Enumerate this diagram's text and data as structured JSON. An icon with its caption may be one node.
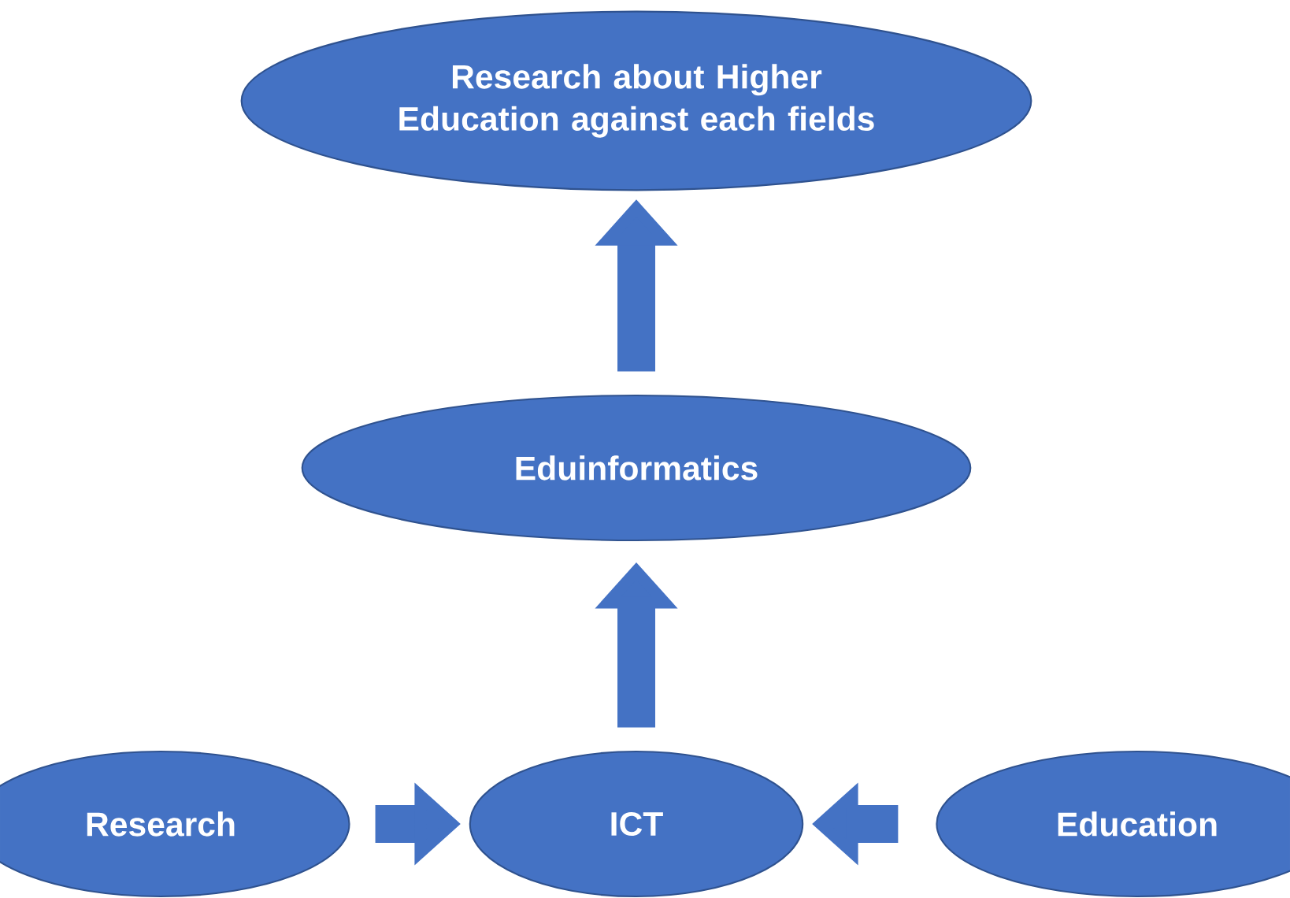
{
  "diagram": {
    "nodes": [
      {
        "text": [
          "Research about Higher Education against each fields"
        ]
      },
      {
        "text": [
          "Eduinformatics"
        ]
      },
      {
        "text": [
          "Research"
        ]
      },
      {
        "text": [
          "ICT"
        ]
      },
      {
        "text": [
          "Education"
        ]
      }
    ],
    "edges": [
      {
        "from": 2,
        "to": 3,
        "arrow": "to"
      },
      {
        "from": 4,
        "to": 3,
        "arrow": "to"
      },
      {
        "from": 3,
        "to": 1,
        "arrow": "to"
      },
      {
        "from": 1,
        "to": 0,
        "arrow": "to"
      }
    ]
  }
}
